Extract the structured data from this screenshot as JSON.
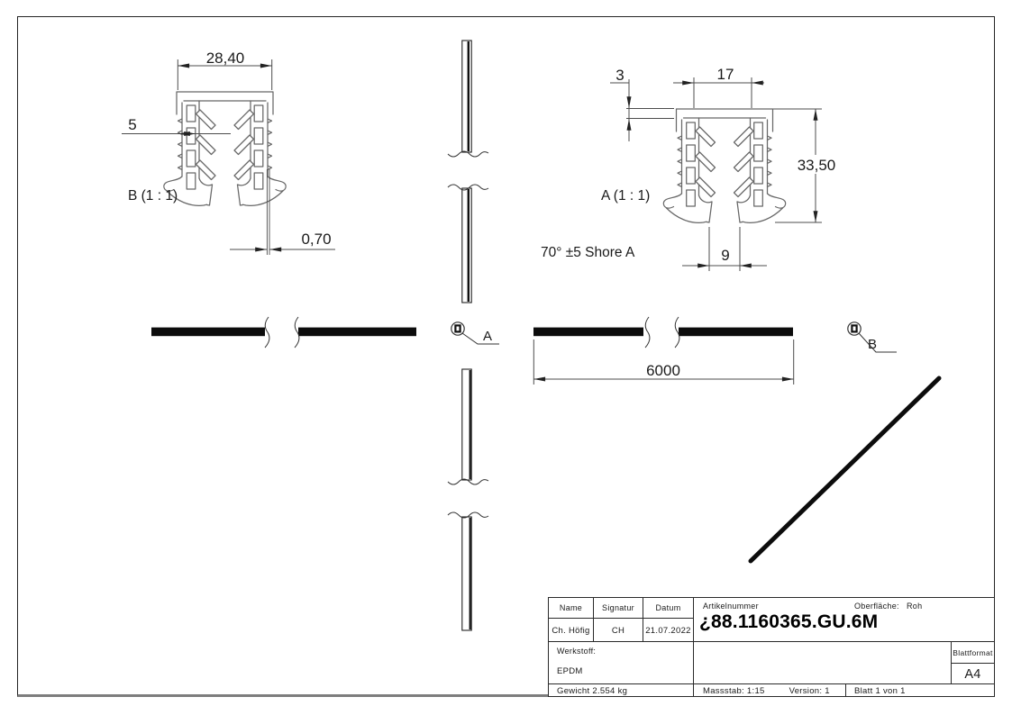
{
  "views": {
    "b": {
      "label": "B (1 : 1)",
      "dim_width": "28,40",
      "dim_wall": "5",
      "dim_gap": "0,70"
    },
    "a": {
      "label": "A (1 : 1)",
      "dim_top": "3",
      "dim_inner": "17",
      "dim_height": "33,50",
      "dim_foot": "9",
      "note": "70° ±5 Shore A"
    },
    "length": {
      "dim": "6000"
    },
    "details": {
      "a": "A",
      "b": "B"
    }
  },
  "titleblock": {
    "name_label": "Name",
    "signatur_label": "Signatur",
    "datum_label": "Datum",
    "name": "Ch. Höfig",
    "signatur": "CH",
    "datum": "21.07.2022",
    "artikelnummer_label": "Artikelnummer",
    "artikelnummer": "¿88.1160365.GU.6M",
    "oberflaeche_label": "Oberfläche:",
    "oberflaeche_value": "Roh",
    "werkstoff_label": "Werkstoff:",
    "werkstoff_value": "EPDM",
    "gewicht": "Gewicht 2.554 kg",
    "massstab": "Massstab: 1:15",
    "version": "Version: 1",
    "blatt": "Blatt 1 von 1",
    "blattformat_label": "Blattformat",
    "blattformat_value": "A4"
  }
}
